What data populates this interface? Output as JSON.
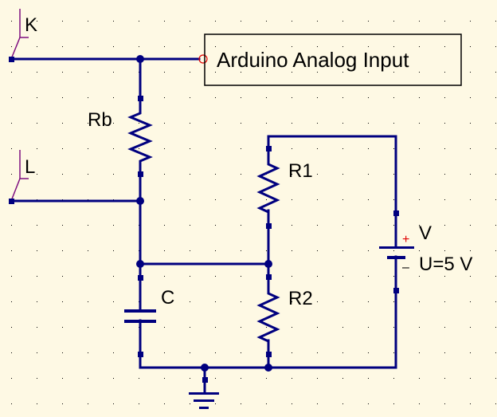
{
  "schematic": {
    "grid_visible": true,
    "colors": {
      "background": "#fef9e4",
      "wire": "#00007f",
      "label_lead": "#7f0f7f",
      "port_circle": "#e00000",
      "polarity": "#e00000",
      "text": "#000000"
    },
    "wire_labels": [
      {
        "id": "K",
        "text": "K"
      },
      {
        "id": "L",
        "text": "L"
      }
    ],
    "port": {
      "text": "Arduino Analog Input"
    },
    "components": {
      "Rb": {
        "type": "resistor",
        "label": "Rb"
      },
      "R1": {
        "type": "resistor",
        "label": "R1"
      },
      "R2": {
        "type": "resistor",
        "label": "R2"
      },
      "C": {
        "type": "capacitor",
        "label": "C"
      },
      "V": {
        "type": "dc-voltage-source",
        "label": "V",
        "value": "U=5 V",
        "plus": "+",
        "minus": "–"
      },
      "GND": {
        "type": "ground",
        "label": ""
      }
    }
  }
}
